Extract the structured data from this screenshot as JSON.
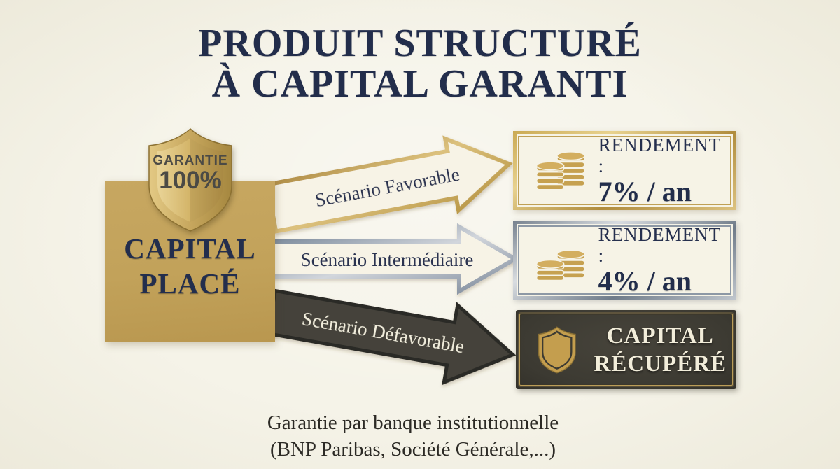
{
  "title": {
    "line1": "PRODUIT STRUCTURÉ",
    "line2": "À CAPITAL GARANTI"
  },
  "capital_box": {
    "line1": "CAPITAL",
    "line2": "PLACÉ"
  },
  "badge": {
    "line1": "GARANTIE",
    "line2": "100%"
  },
  "scenarios": [
    {
      "label": "Scénario Favorable",
      "style": "gold"
    },
    {
      "label": "Scénario Intermédiaire",
      "style": "silver"
    },
    {
      "label": "Scénario Défavorable",
      "style": "dark"
    }
  ],
  "outcomes": [
    {
      "style": "gold",
      "icon": "coins-icon",
      "label": "RENDEMENT :",
      "value": "7% / an"
    },
    {
      "style": "silver",
      "icon": "coins-icon",
      "label": "RENDEMENT :",
      "value": "4% / an"
    },
    {
      "style": "dark",
      "icon": "shield-icon",
      "line1": "CAPITAL",
      "line2": "RÉCUPÉRÉ"
    }
  ],
  "footer": {
    "line1": "Garantie par banque institutionnelle",
    "line2": "(BNP Paribas, Société Générale,...)"
  },
  "colors": {
    "background": "#f3f1e5",
    "navy_text": "#222d4b",
    "gold": "#c2a25a",
    "gold_border": "#b08c3d",
    "silver_border": "#8d98a5",
    "dark_panel": "#3c3a32",
    "cream_text": "#f2edda"
  }
}
